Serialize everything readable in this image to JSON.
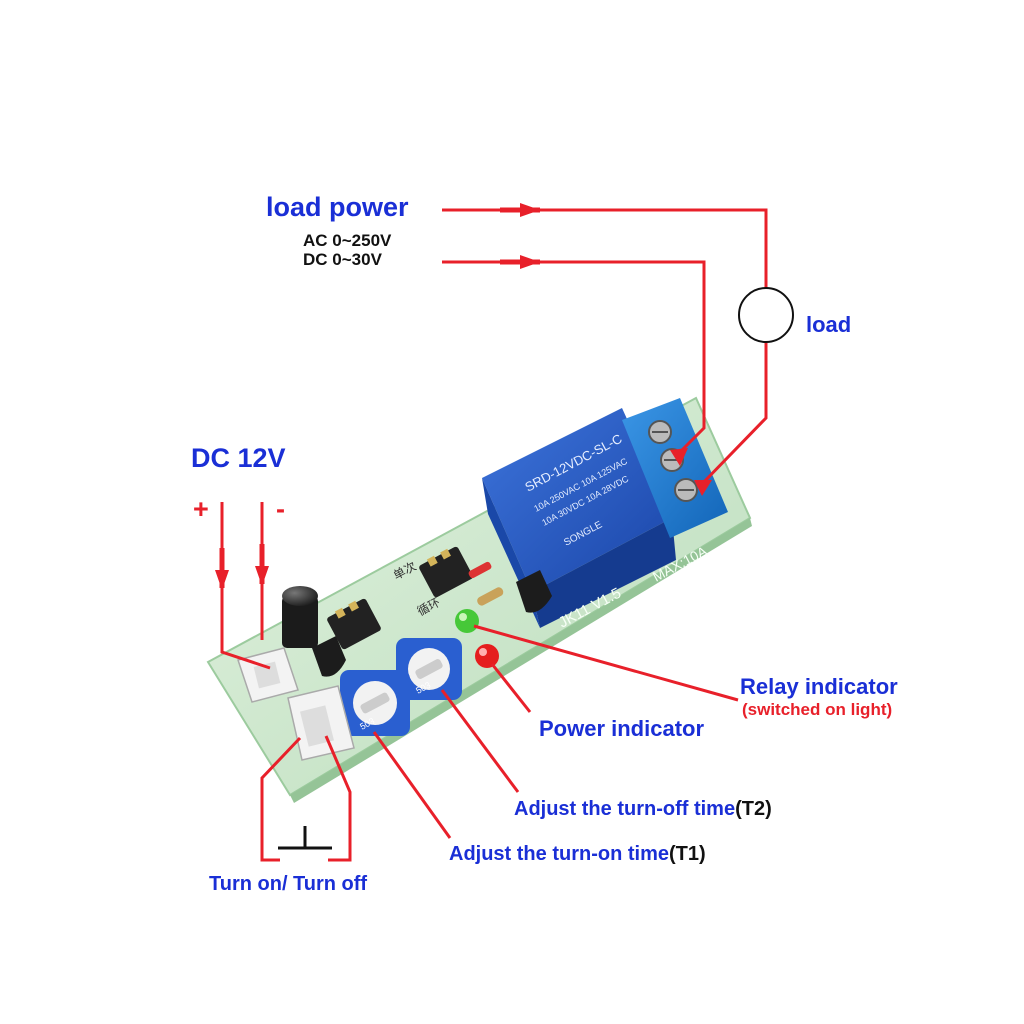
{
  "labels": {
    "load_power": "load power",
    "ac_range": "AC 0~250V",
    "dc_range": "DC 0~30V",
    "load": "load",
    "dc_supply": "DC 12V",
    "plus": "+",
    "minus": "-",
    "relay_indicator": "Relay indicator",
    "relay_indicator_note": "(switched on light)",
    "power_indicator": "Power indicator",
    "adjust_off_prefix": "Adjust the turn-off time",
    "adjust_off_code": "(T2)",
    "adjust_on_prefix": "Adjust the turn-on time",
    "adjust_on_code": "(T1)",
    "switch": "Turn on/ Turn off"
  },
  "board": {
    "relay_model": "SRD-12VDC-SL-C",
    "relay_brand": "SONGLE",
    "relay_rating_1": "10A 250VAC  10A 125VAC",
    "relay_rating_2": "10A 30VDC  10A 28VDC",
    "board_model": "JK11  V1.5",
    "max_current": "MAX:10A",
    "pot_label": "503",
    "silk_single": "单次",
    "silk_cycle": "循环"
  },
  "colors": {
    "wire": "#e8202a",
    "label_blue": "#1a2fd6",
    "pcb": "#cfe8cf",
    "relay": "#1f56c4",
    "terminal": "#1a76d2"
  }
}
